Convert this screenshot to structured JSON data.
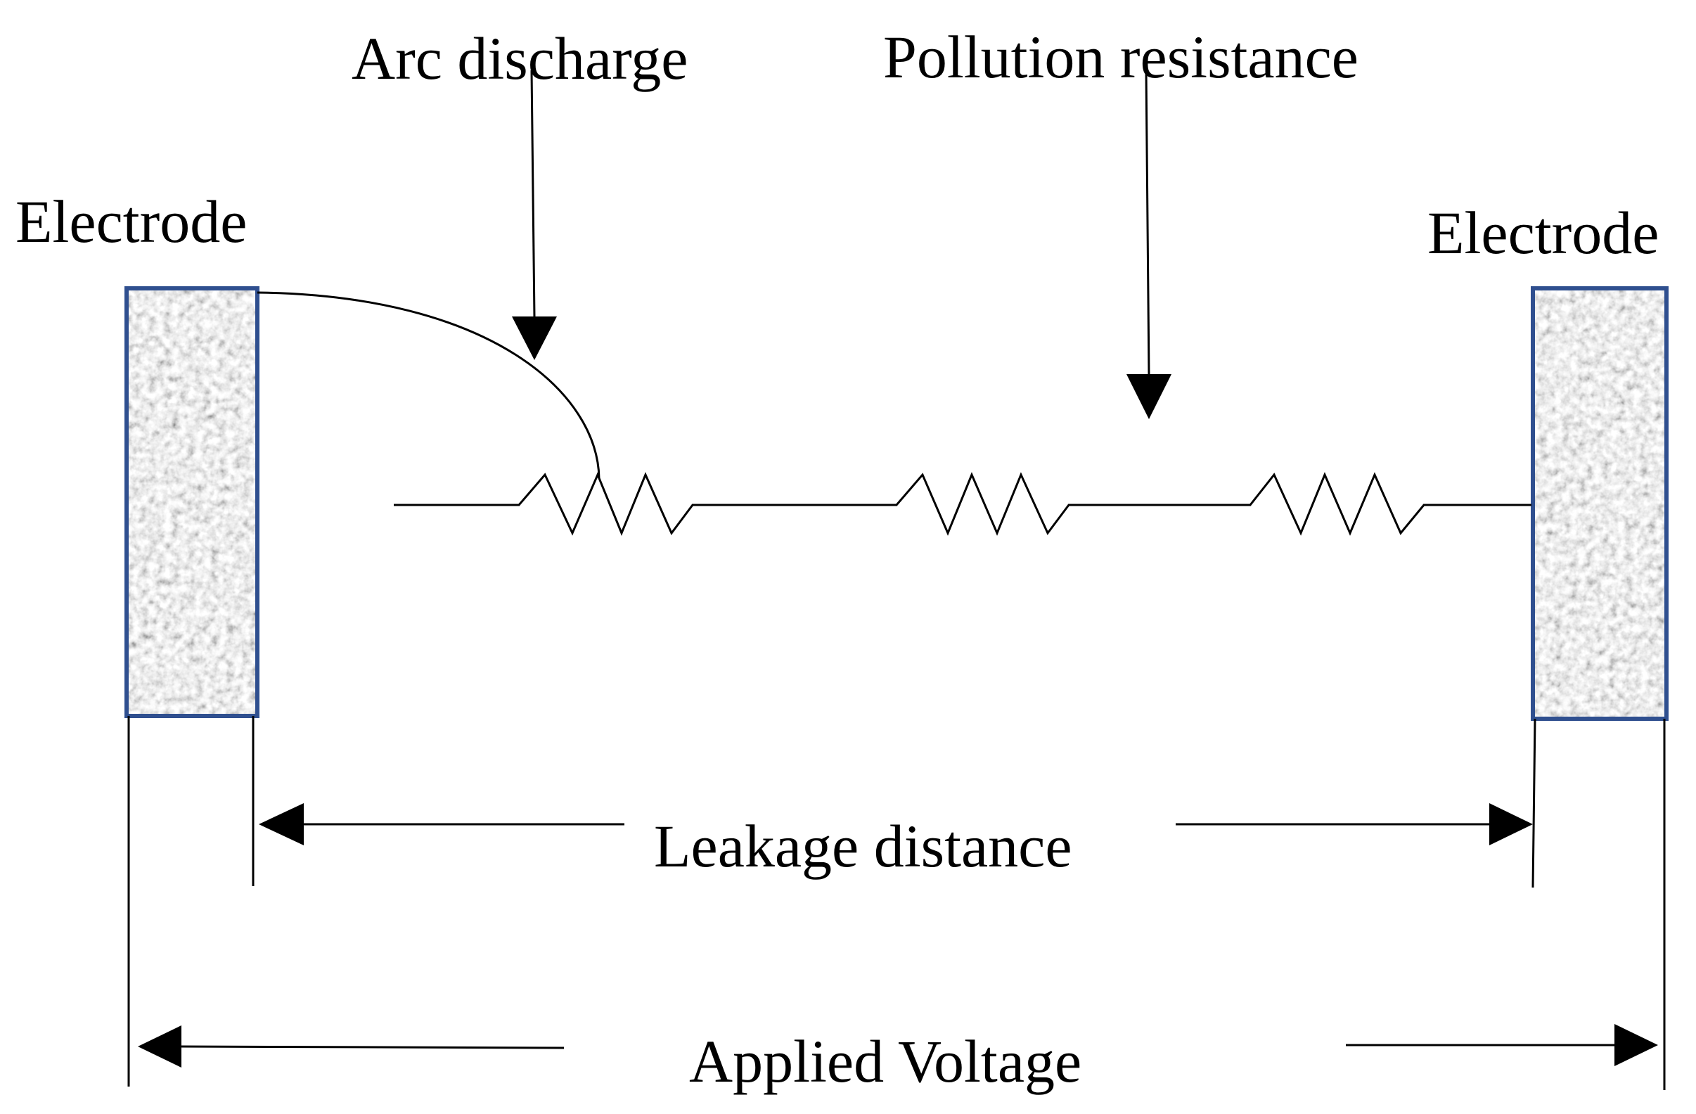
{
  "labels": {
    "arc_discharge": "Arc discharge",
    "pollution_resistance": "Pollution resistance",
    "electrode_left": "Electrode",
    "electrode_right": "Electrode",
    "leakage_distance": "Leakage distance",
    "applied_voltage": "Applied Voltage"
  },
  "colors": {
    "line": "#000000",
    "electrode_border": "#2f4f8f",
    "electrode_fill_light": "#c8c8c8",
    "electrode_fill_dark": "#5a5a5a",
    "background": "#ffffff"
  }
}
